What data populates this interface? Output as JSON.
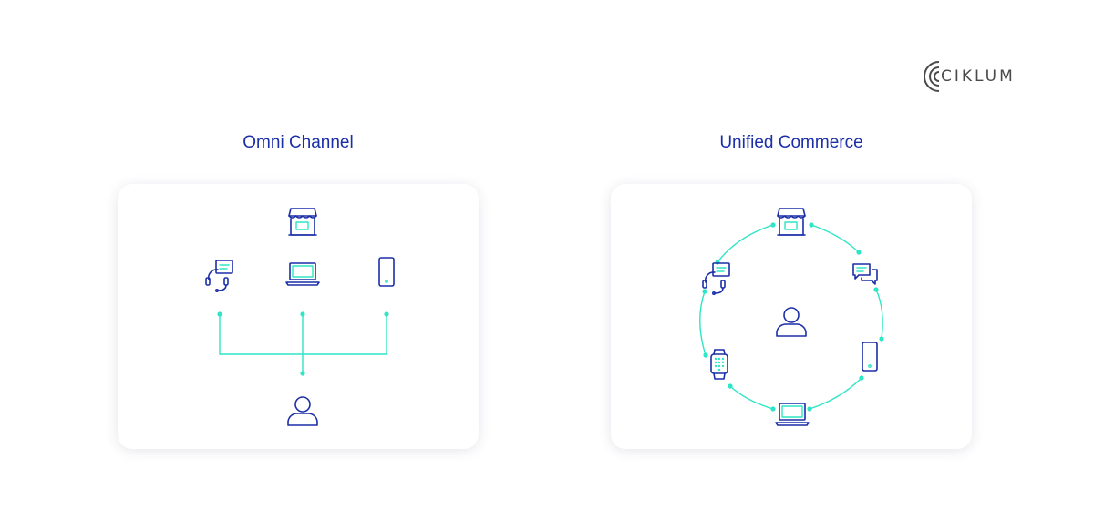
{
  "brand": {
    "name": "CIKLUM",
    "logo_icon": "ciklum-c-logo-icon"
  },
  "colors": {
    "title": "#1b2fa8",
    "icon_stroke": "#1b2fa8",
    "accent": "#2ee5c5",
    "panel_bg": "#ffffff",
    "logo": "#4a4a4a"
  },
  "diagrams": {
    "omni": {
      "title": "Omni Channel",
      "icons": [
        "store-icon",
        "support-agent-icon",
        "laptop-icon",
        "smartphone-icon",
        "user-icon"
      ]
    },
    "unified": {
      "title": "Unified Commerce",
      "icons": [
        "store-icon",
        "chat-icon",
        "smartphone-icon",
        "laptop-icon",
        "smartwatch-icon",
        "support-agent-icon",
        "user-icon"
      ]
    }
  }
}
